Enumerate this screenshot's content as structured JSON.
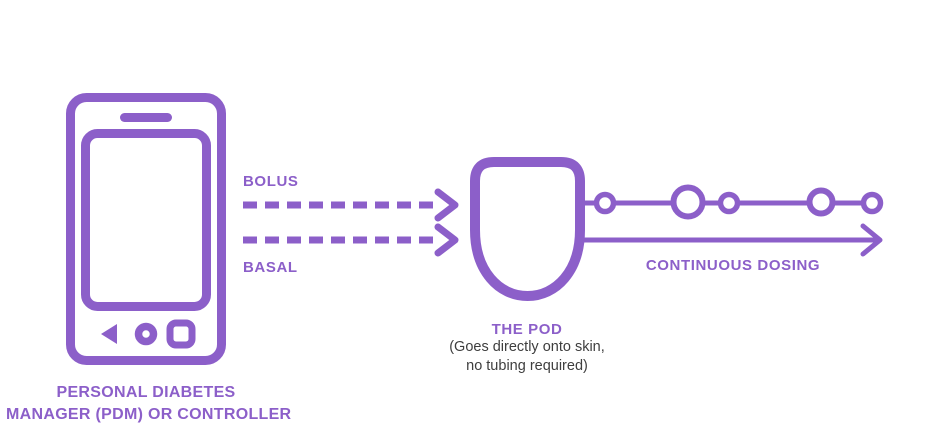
{
  "colors": {
    "accent": "#8c5fc9",
    "gray": "#3e3e3e"
  },
  "pdm": {
    "caption_line1": "PERSONAL DIABETES",
    "caption_line2": "MANAGER (PDM) OR CONTROLLER"
  },
  "arrows": {
    "bolus_label": "BOLUS",
    "basal_label": "BASAL",
    "continuous_label": "CONTINUOUS DOSING"
  },
  "pod": {
    "title": "THE POD",
    "caption_line1": "(Goes directly onto skin,",
    "caption_line2": "no tubing required)"
  }
}
